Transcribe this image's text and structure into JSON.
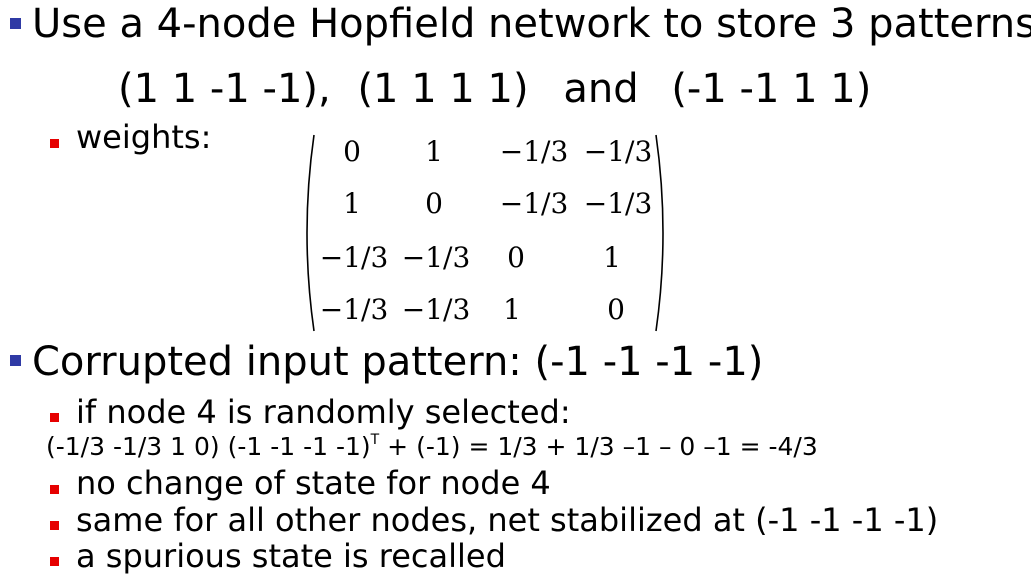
{
  "line1": "Use a 4-node Hopfield network to store 3 patterns:",
  "patterns": {
    "p1": "(1 1 -1 -1),",
    "p2": "(1 1 1 1)",
    "and": "and",
    "p3": "(-1 -1 1 1)"
  },
  "weights_label": "weights:",
  "matrix": [
    [
      "0",
      "1",
      "−1/3",
      "−1/3"
    ],
    [
      "1",
      "0",
      "−1/3",
      "−1/3"
    ],
    [
      "−1/3",
      "−1/3",
      "0",
      "1"
    ],
    [
      "−1/3",
      "−1/3",
      "1",
      "0"
    ]
  ],
  "line2": "Corrupted input pattern: (-1 -1 -1 -1)",
  "sub1": "if node 4 is randomly selected:",
  "equation": {
    "left": "(-1/3 -1/3 1 0) (-1 -1 -1 -1)",
    "sup": "T",
    "right": " + (-1) = 1/3 + 1/3 –1 – 0 –1 = -4/3"
  },
  "sub2": "no change of state for node 4",
  "sub3": "same for all other nodes, net stabilized at (-1 -1 -1 -1)",
  "sub4": "a spurious state is recalled",
  "colors": {
    "bullet_main": "#2f3aa5",
    "bullet_sub": "#e60000"
  }
}
